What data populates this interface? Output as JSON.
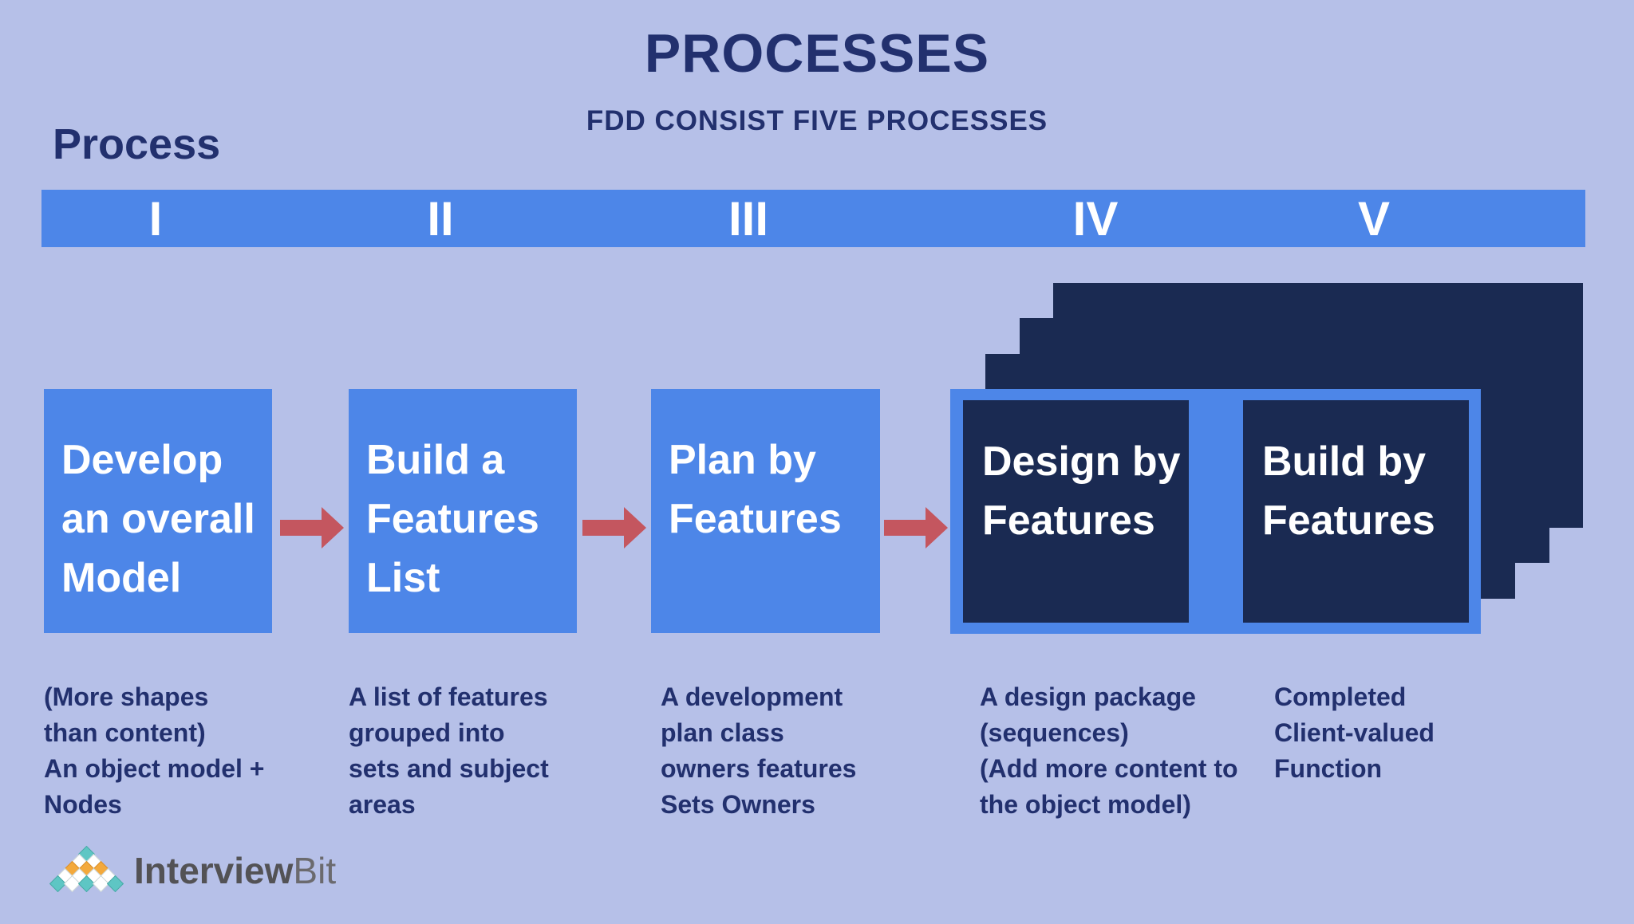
{
  "title": "PROCESSES",
  "subtitle": "FDD CONSIST FIVE PROCESSES",
  "axis_label": "Process",
  "colors": {
    "background": "#b6c0e8",
    "primary_blue": "#4d86e8",
    "dark_navy": "#1a2a52",
    "text_navy": "#22306e",
    "arrow_red": "#c4565f",
    "box_text": "#ffffff",
    "logo_teal": "#5ec6c4",
    "logo_orange": "#f3a93c",
    "logo_text_dark": "#535255",
    "logo_text_light": "#6b6a6e"
  },
  "processes": [
    {
      "numeral": "I",
      "box_lines": [
        "Develop",
        "an overall",
        "Model"
      ],
      "desc_lines": [
        "(More shapes",
        "than content)",
        "An object model +",
        "Nodes"
      ]
    },
    {
      "numeral": "II",
      "box_lines": [
        "Build a",
        "Features",
        "List"
      ],
      "desc_lines": [
        "A list of features",
        "grouped into",
        "sets and subject",
        "areas"
      ]
    },
    {
      "numeral": "III",
      "box_lines": [
        "Plan by",
        "Features"
      ],
      "desc_lines": [
        "A development",
        "plan class",
        "owners features",
        "Sets Owners"
      ]
    },
    {
      "numeral": "IV",
      "box_lines": [
        "Design by",
        "Features"
      ],
      "desc_lines": [
        "A design package",
        "(sequences)",
        "(Add more content to",
        "the object model)"
      ]
    },
    {
      "numeral": "V",
      "box_lines": [
        "Build by",
        "Features"
      ],
      "desc_lines": [
        "Completed",
        "Client-valued",
        "Function"
      ]
    }
  ],
  "logo": {
    "brand_bold": "Interview",
    "brand_light": "Bit"
  }
}
